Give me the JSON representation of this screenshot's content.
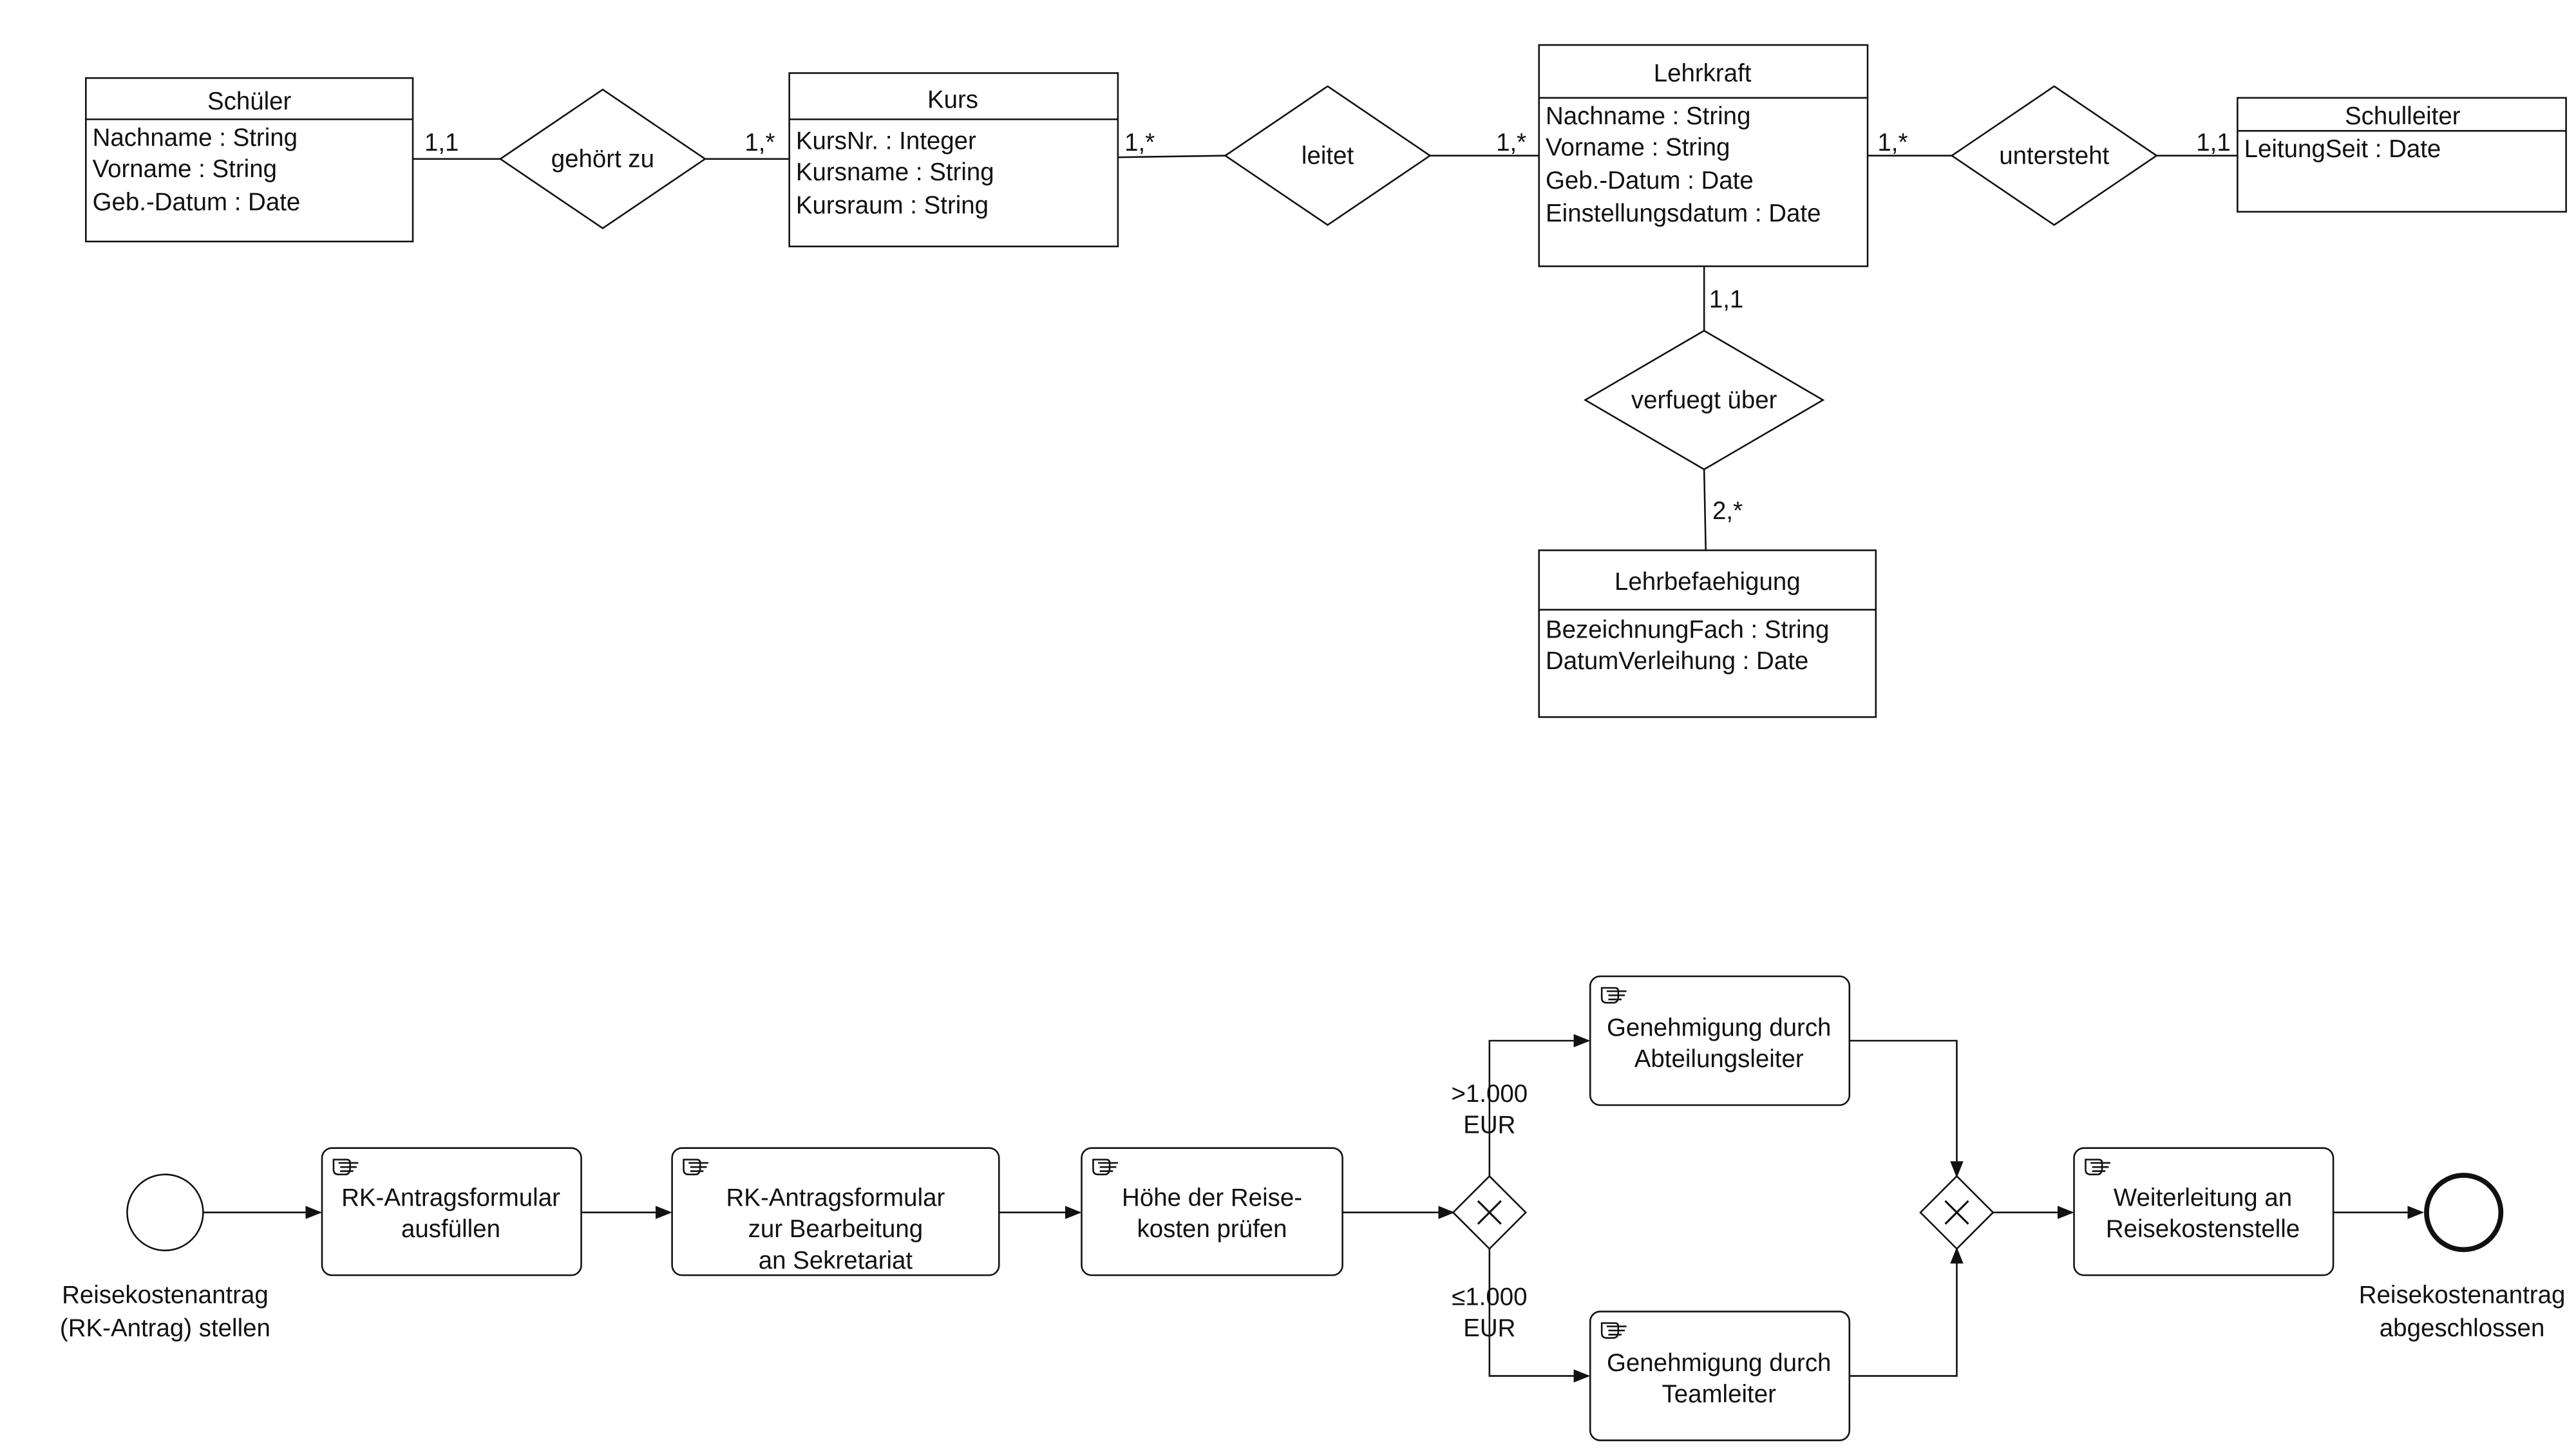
{
  "er_diagram": {
    "entities": [
      {
        "id": "schueler",
        "title": "Schüler",
        "attributes": [
          "Nachname : String",
          "Vorname : String",
          "Geb.-Datum : Date"
        ]
      },
      {
        "id": "kurs",
        "title": "Kurs",
        "attributes": [
          "KursNr. : Integer",
          "Kursname : String",
          "Kursraum : String"
        ]
      },
      {
        "id": "lehrkraft",
        "title": "Lehrkraft",
        "attributes": [
          "Nachname : String",
          "Vorname : String",
          "Geb.-Datum : Date",
          "Einstellungsdatum : Date"
        ]
      },
      {
        "id": "schulleiter",
        "title": "Schulleiter",
        "attributes": [
          "LeitungSeit : Date"
        ]
      },
      {
        "id": "lehrbefaehigung",
        "title": "Lehrbefaehigung",
        "attributes": [
          "BezeichnungFach : String",
          "DatumVerleihung : Date"
        ]
      }
    ],
    "relationships": [
      {
        "id": "gehoert_zu",
        "label": "gehört zu"
      },
      {
        "id": "leitet",
        "label": "leitet"
      },
      {
        "id": "untersteht",
        "label": "untersteht"
      },
      {
        "id": "verfuegt_ueber",
        "label": "verfuegt über"
      }
    ],
    "cardinalities": [
      {
        "id": "c_schueler",
        "label": "1,1"
      },
      {
        "id": "c_kurs_left",
        "label": "1,*"
      },
      {
        "id": "c_kurs_right",
        "label": "1,*"
      },
      {
        "id": "c_lehrkraft_left",
        "label": "1,*"
      },
      {
        "id": "c_lehrkraft_right",
        "label": "1,*"
      },
      {
        "id": "c_schulleiter",
        "label": "1,1"
      },
      {
        "id": "c_lehrkraft_bottom",
        "label": "1,1"
      },
      {
        "id": "c_lehrbefaehigung",
        "label": "2,*"
      }
    ]
  },
  "bpmn_diagram": {
    "start_event": {
      "label_lines": [
        "Reisekostenantrag",
        "(RK-Antrag) stellen"
      ]
    },
    "end_event": {
      "label_lines": [
        "Reisekostenantrag",
        "abgeschlossen"
      ]
    },
    "tasks": [
      {
        "id": "t1",
        "label_lines": [
          "RK-Antragsformular",
          "ausfüllen"
        ]
      },
      {
        "id": "t2",
        "label_lines": [
          "RK-Antragsformular",
          "zur Bearbeitung",
          "an Sekretariat"
        ]
      },
      {
        "id": "t3",
        "label_lines": [
          "Höhe der Reise-",
          "kosten prüfen"
        ]
      },
      {
        "id": "t4",
        "label_lines": [
          "Genehmigung durch",
          "Abteilungsleiter"
        ]
      },
      {
        "id": "t5",
        "label_lines": [
          "Genehmigung durch",
          "Teamleiter"
        ]
      },
      {
        "id": "t6",
        "label_lines": [
          "Weiterleitung an",
          "Reisekostenstelle"
        ]
      }
    ],
    "conditions": [
      {
        "id": "upper",
        "label_lines": [
          ">1.000",
          "EUR"
        ]
      },
      {
        "id": "lower",
        "label_lines": [
          "≤1.000",
          "EUR"
        ]
      }
    ],
    "task_icon": "manual-task-hand-icon",
    "gateway_icon": "exclusive-gateway-x-icon"
  }
}
